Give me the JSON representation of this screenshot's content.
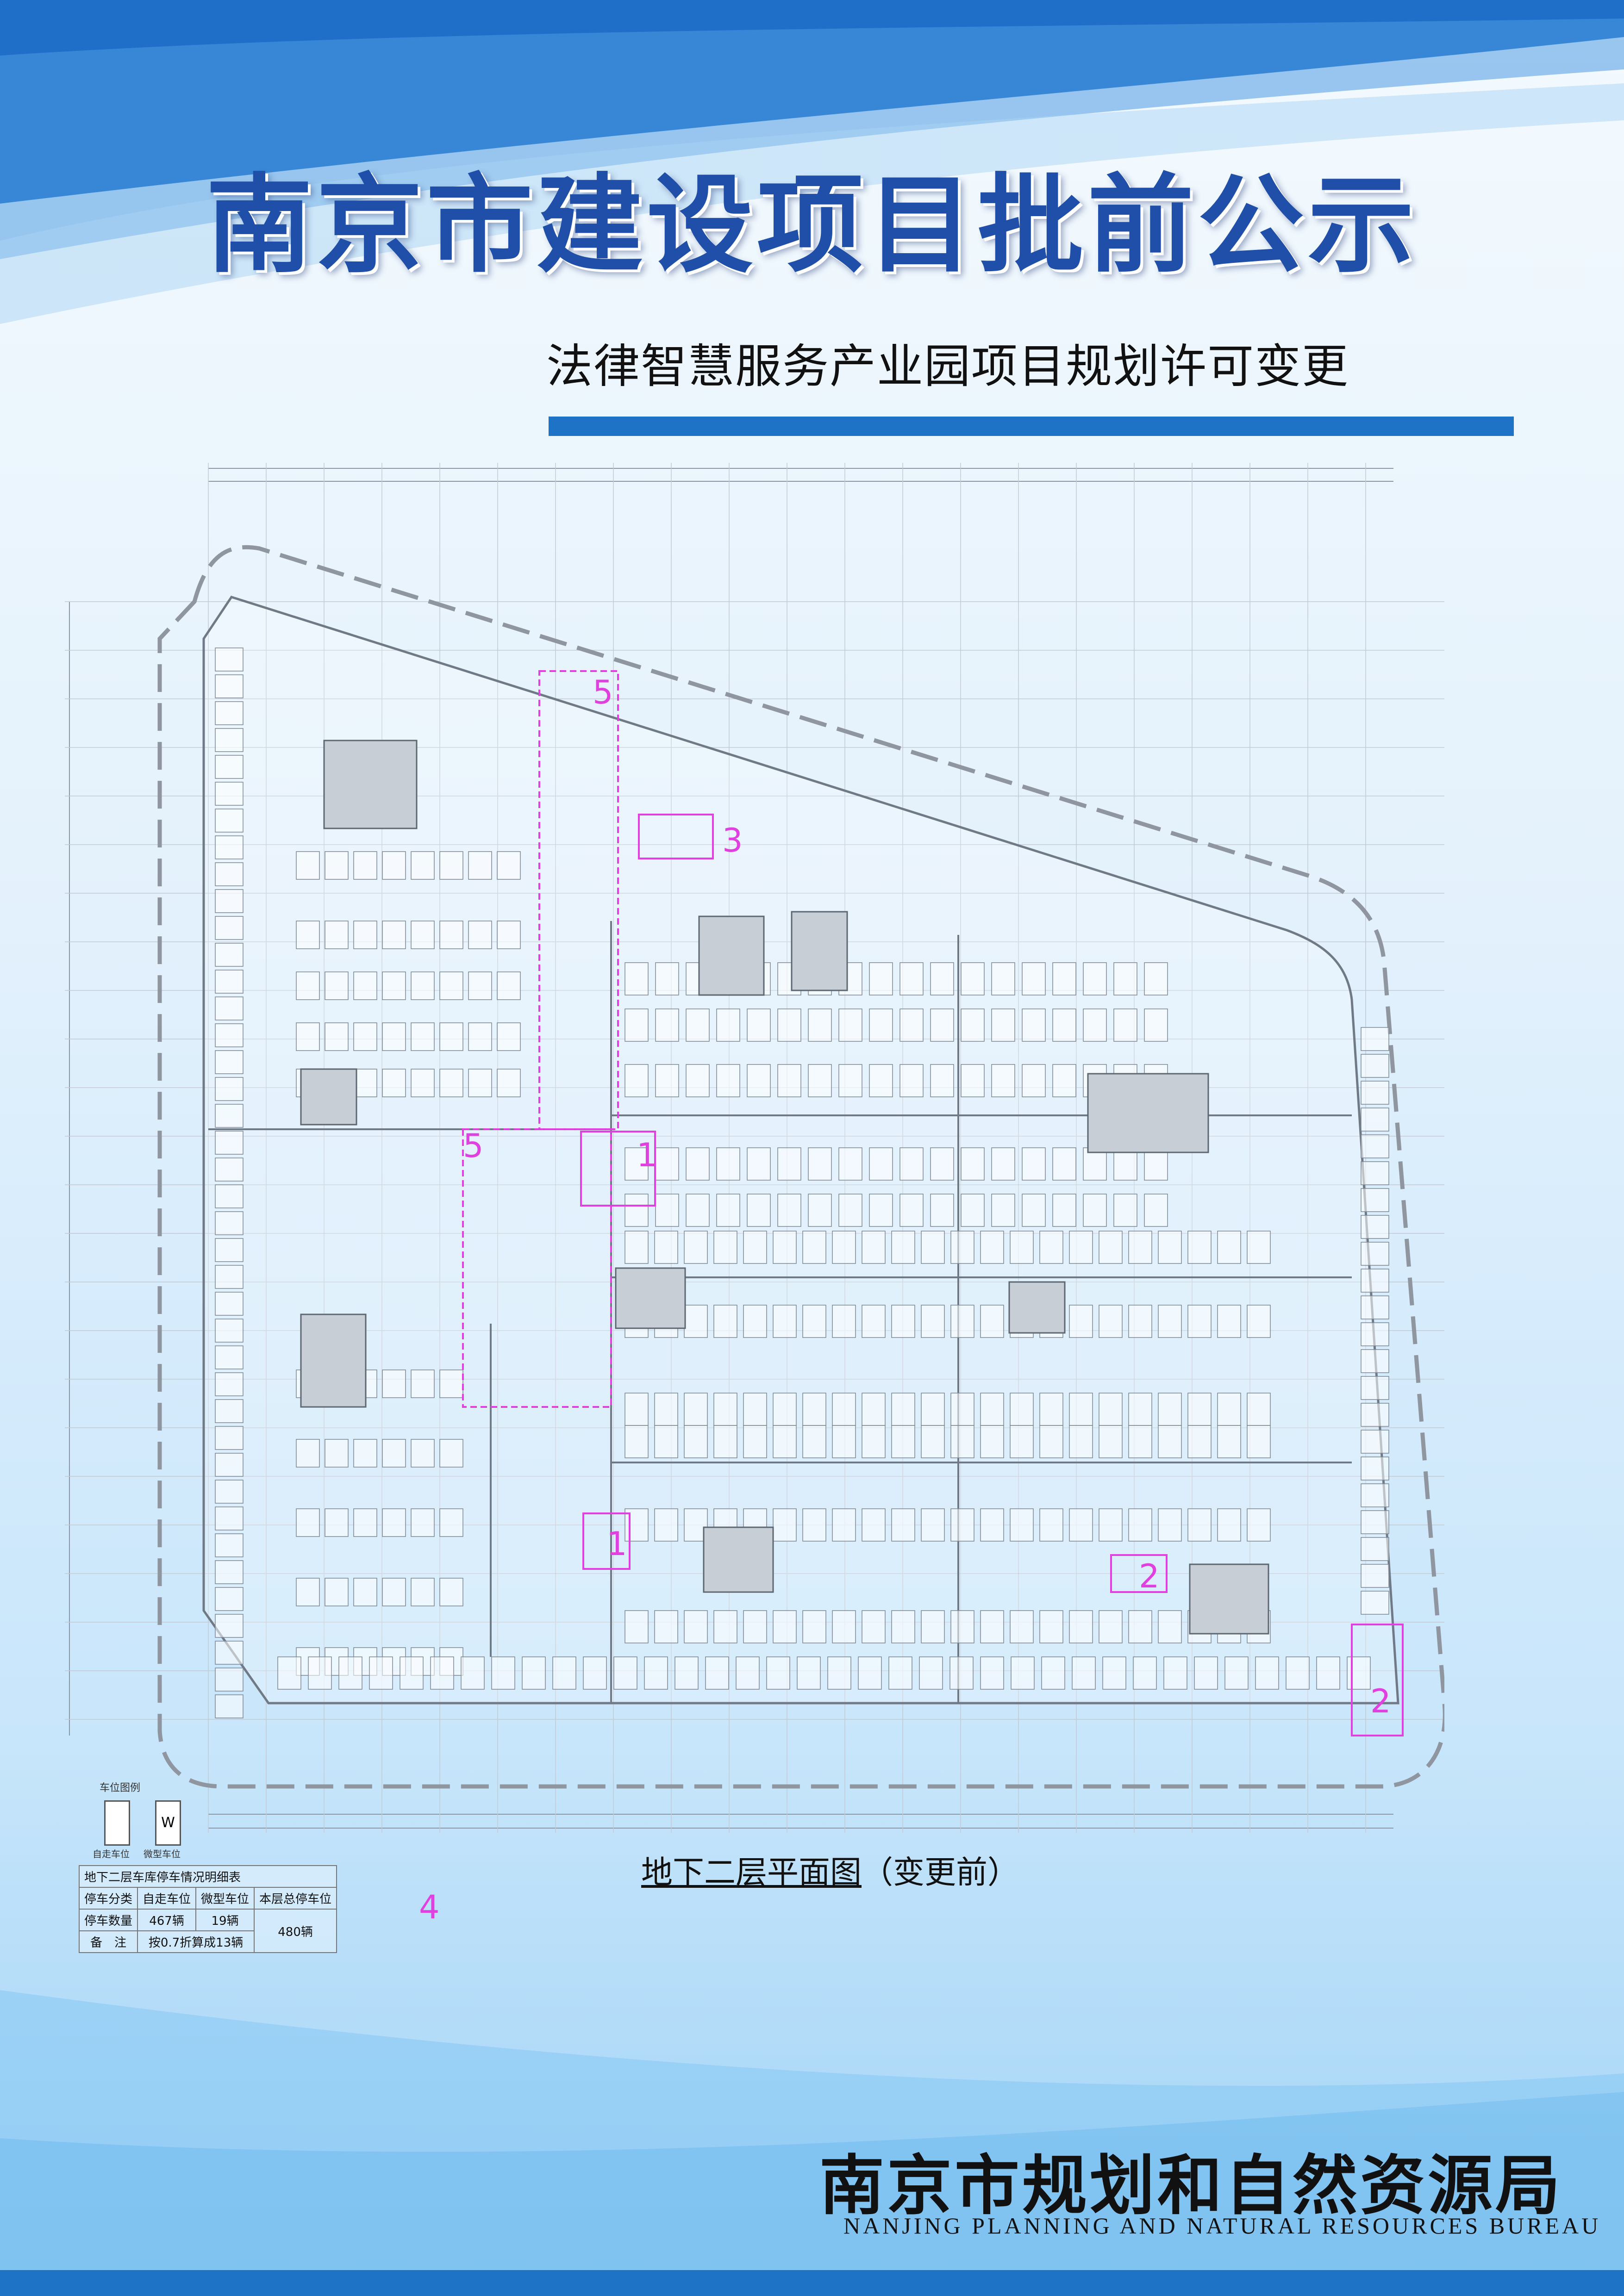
{
  "poster": {
    "title": "南京市建设项目批前公示",
    "subtitle": "法律智慧服务产业园项目规划许可变更"
  },
  "plan": {
    "caption_main": "地下二层平面图",
    "caption_note": "（变更前）",
    "markers": [
      {
        "label": "5"
      },
      {
        "label": "3"
      },
      {
        "label": "5"
      },
      {
        "label": "1"
      },
      {
        "label": "1"
      },
      {
        "label": "2"
      },
      {
        "label": "2"
      }
    ],
    "legend": {
      "title": "车位图例",
      "items": [
        {
          "label": "自走车位",
          "glyph": ""
        },
        {
          "label": "微型车位",
          "glyph": "W"
        }
      ]
    }
  },
  "parking_table": {
    "title": "地下二层车库停车情况明细表",
    "row_category_label": "停车分类",
    "col_self": "自走车位",
    "col_micro": "微型车位",
    "col_total": "本层总停车位",
    "row_count_label": "停车数量",
    "self_count": "467辆",
    "micro_count": "19辆",
    "total_count": "480辆",
    "row_note_label": "备　注",
    "note": "按0.7折算成13辆",
    "marker": "4"
  },
  "footer": {
    "bureau_zh": "南京市规划和自然资源局",
    "bureau_en": "NANJING PLANNING AND NATURAL RESOURCES BUREAU"
  },
  "colors": {
    "title_blue": "#1f4fa8",
    "accent_blue": "#1f73c6",
    "marker_magenta": "#e040e0"
  }
}
